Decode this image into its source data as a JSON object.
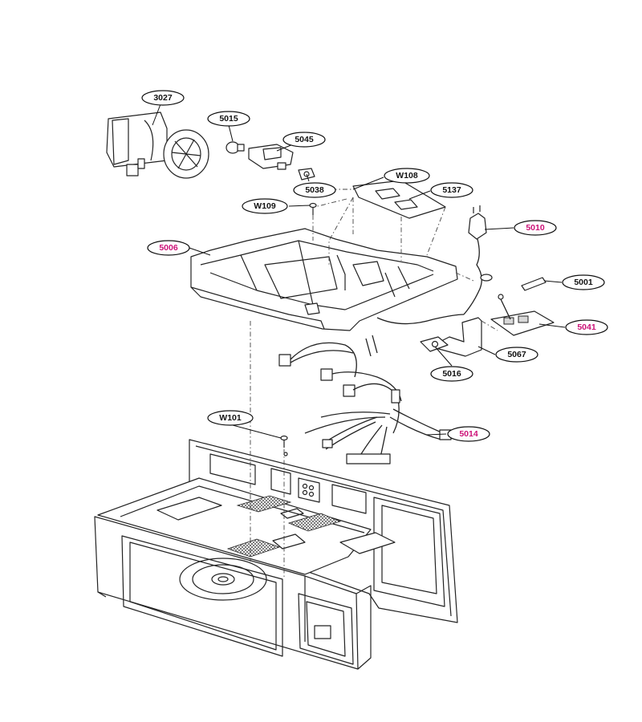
{
  "colors": {
    "line": "#222222",
    "label_default": "#111111",
    "label_highlight": "#cc1177"
  },
  "labels": [
    {
      "id": "3027",
      "text": "3027",
      "highlight": false
    },
    {
      "id": "5015",
      "text": "5015",
      "highlight": false
    },
    {
      "id": "5045",
      "text": "5045",
      "highlight": false
    },
    {
      "id": "5038",
      "text": "5038",
      "highlight": false
    },
    {
      "id": "W108",
      "text": "W108",
      "highlight": false
    },
    {
      "id": "5137",
      "text": "5137",
      "highlight": false
    },
    {
      "id": "W109",
      "text": "W109",
      "highlight": false
    },
    {
      "id": "5010",
      "text": "5010",
      "highlight": true
    },
    {
      "id": "5006",
      "text": "5006",
      "highlight": true
    },
    {
      "id": "5001",
      "text": "5001",
      "highlight": false
    },
    {
      "id": "5041",
      "text": "5041",
      "highlight": true
    },
    {
      "id": "5067",
      "text": "5067",
      "highlight": false
    },
    {
      "id": "5016",
      "text": "5016",
      "highlight": false
    },
    {
      "id": "W101",
      "text": "W101",
      "highlight": false
    },
    {
      "id": "5014",
      "text": "5014",
      "highlight": true
    }
  ]
}
